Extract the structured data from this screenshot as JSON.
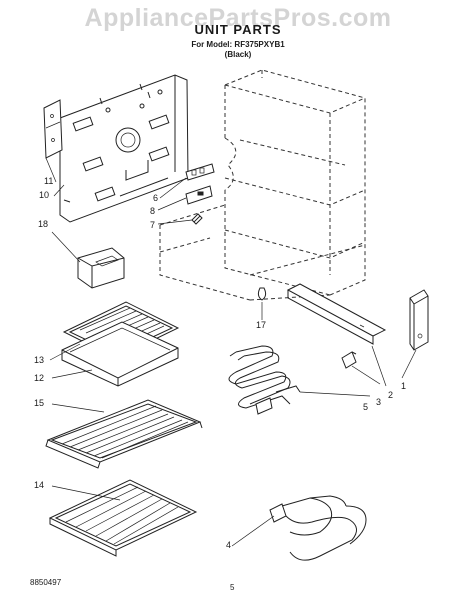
{
  "watermark": "AppliancePartsPros.com",
  "header": {
    "title": "UNIT PARTS",
    "model_line": "For Model: RF375PXYB1",
    "color_line": "(Black)"
  },
  "footer": {
    "doc_number": "8850497",
    "page_number": "5"
  },
  "callouts": {
    "c1": "1",
    "c2": "2",
    "c3": "3",
    "c4": "4",
    "c5": "5",
    "c6": "6",
    "c7": "7",
    "c8": "8",
    "c10": "10",
    "c11": "11",
    "c12": "12",
    "c13": "13",
    "c14": "14",
    "c15": "15",
    "c17": "17",
    "c18": "18"
  }
}
